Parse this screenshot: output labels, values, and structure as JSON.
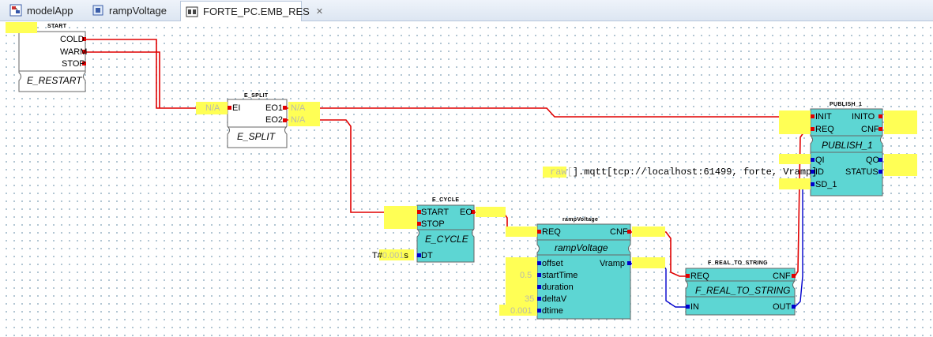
{
  "tabs": [
    {
      "label": "modelApp"
    },
    {
      "label": "rampVoltage"
    },
    {
      "label": "FORTE_PC.EMB_RES"
    }
  ],
  "blocks": {
    "start": {
      "instance": "START",
      "type": "E_RESTART",
      "outputs": [
        "COLD",
        "WARM",
        "STOP"
      ]
    },
    "split": {
      "instance": "E_SPLIT",
      "type": "E_SPLIT",
      "input": "EI",
      "outputs": [
        "EO1",
        "EO2"
      ]
    },
    "cycle": {
      "instance": "E_CYCLE",
      "type": "E_CYCLE",
      "inputs": [
        "START",
        "STOP"
      ],
      "output": "EO",
      "data_in": "DT",
      "dt_prefix": "T#",
      "dt_value": "0.001",
      "dt_unit": "s"
    },
    "ramp": {
      "instance": "rampVoltage",
      "type": "rampVoltage",
      "event_in": "REQ",
      "event_out": "CNF",
      "data_out": "Vramp",
      "data_in": [
        "offset",
        "startTime",
        "duration",
        "deltaV",
        "dtime"
      ],
      "values": [
        "",
        "0.5",
        "",
        "35",
        "0.001"
      ]
    },
    "f2s": {
      "instance": "F_REAL_TO_STRING",
      "type": "F_REAL_TO_STRING",
      "event_in": "REQ",
      "event_out": "CNF",
      "data_in": "IN",
      "data_out": "OUT"
    },
    "publish": {
      "instance": "PUBLISH_1",
      "type": "PUBLISH_1",
      "event_in": [
        "INIT",
        "REQ"
      ],
      "event_out": [
        "INITO",
        "CNF"
      ],
      "data_in": [
        "QI",
        "ID",
        "SD_1"
      ],
      "data_out": [
        "QO",
        "STATUS"
      ],
      "id_param": "].mqtt[tcp://localhost:61499, forte, Vramp]",
      "id_param_prefix": "raw["
    }
  },
  "placeholders": {
    "na": "N/A"
  },
  "colors": {
    "event_wire": "#e00000",
    "data_wire": "#0000cc",
    "fb_fill": "#5dd6d3",
    "highlight": "#ffff55"
  }
}
